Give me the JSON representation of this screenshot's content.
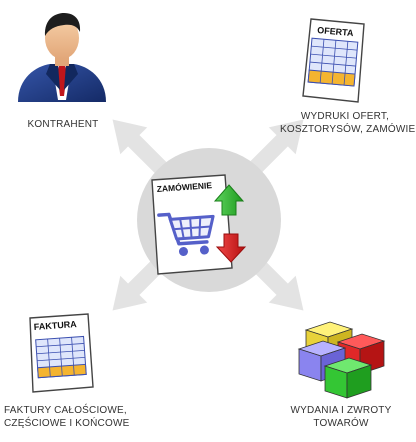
{
  "nodes": {
    "center": {
      "doc_title": "ZAMÓWIENIE"
    },
    "top_left": {
      "line1": "KONTRAHENT"
    },
    "top_right": {
      "doc_title": "OFERTA",
      "line1": "WYDRUKI OFERT,",
      "line2": "KOSZTORYSÓW, ZAMÓWIEŃ"
    },
    "bottom_left": {
      "doc_title": "FAKTURA",
      "line1": "FAKTURY CAŁOŚCIOWE,",
      "line2": "CZĘŚCIOWE I KOŃCOWE"
    },
    "bottom_right": {
      "line1": "WYDANIA I ZWROTY",
      "line2": "TOWARÓW"
    }
  },
  "colors": {
    "arrow": "#e3e3e3",
    "hub": "#d9d9d9",
    "cart": "#5560c9",
    "arrow_up": "#2fb52f",
    "arrow_down": "#d82020",
    "suit": "#1f3578",
    "tie": "#c0161b",
    "doc_border": "#444444",
    "table_blue": "#dfe6fb",
    "table_orange": "#f4b430"
  },
  "icons": [
    "businessman-icon",
    "offer-document-icon",
    "order-document-icon",
    "shopping-cart-icon",
    "up-arrow-icon",
    "down-arrow-icon",
    "invoice-document-icon",
    "colored-cubes-icon"
  ]
}
